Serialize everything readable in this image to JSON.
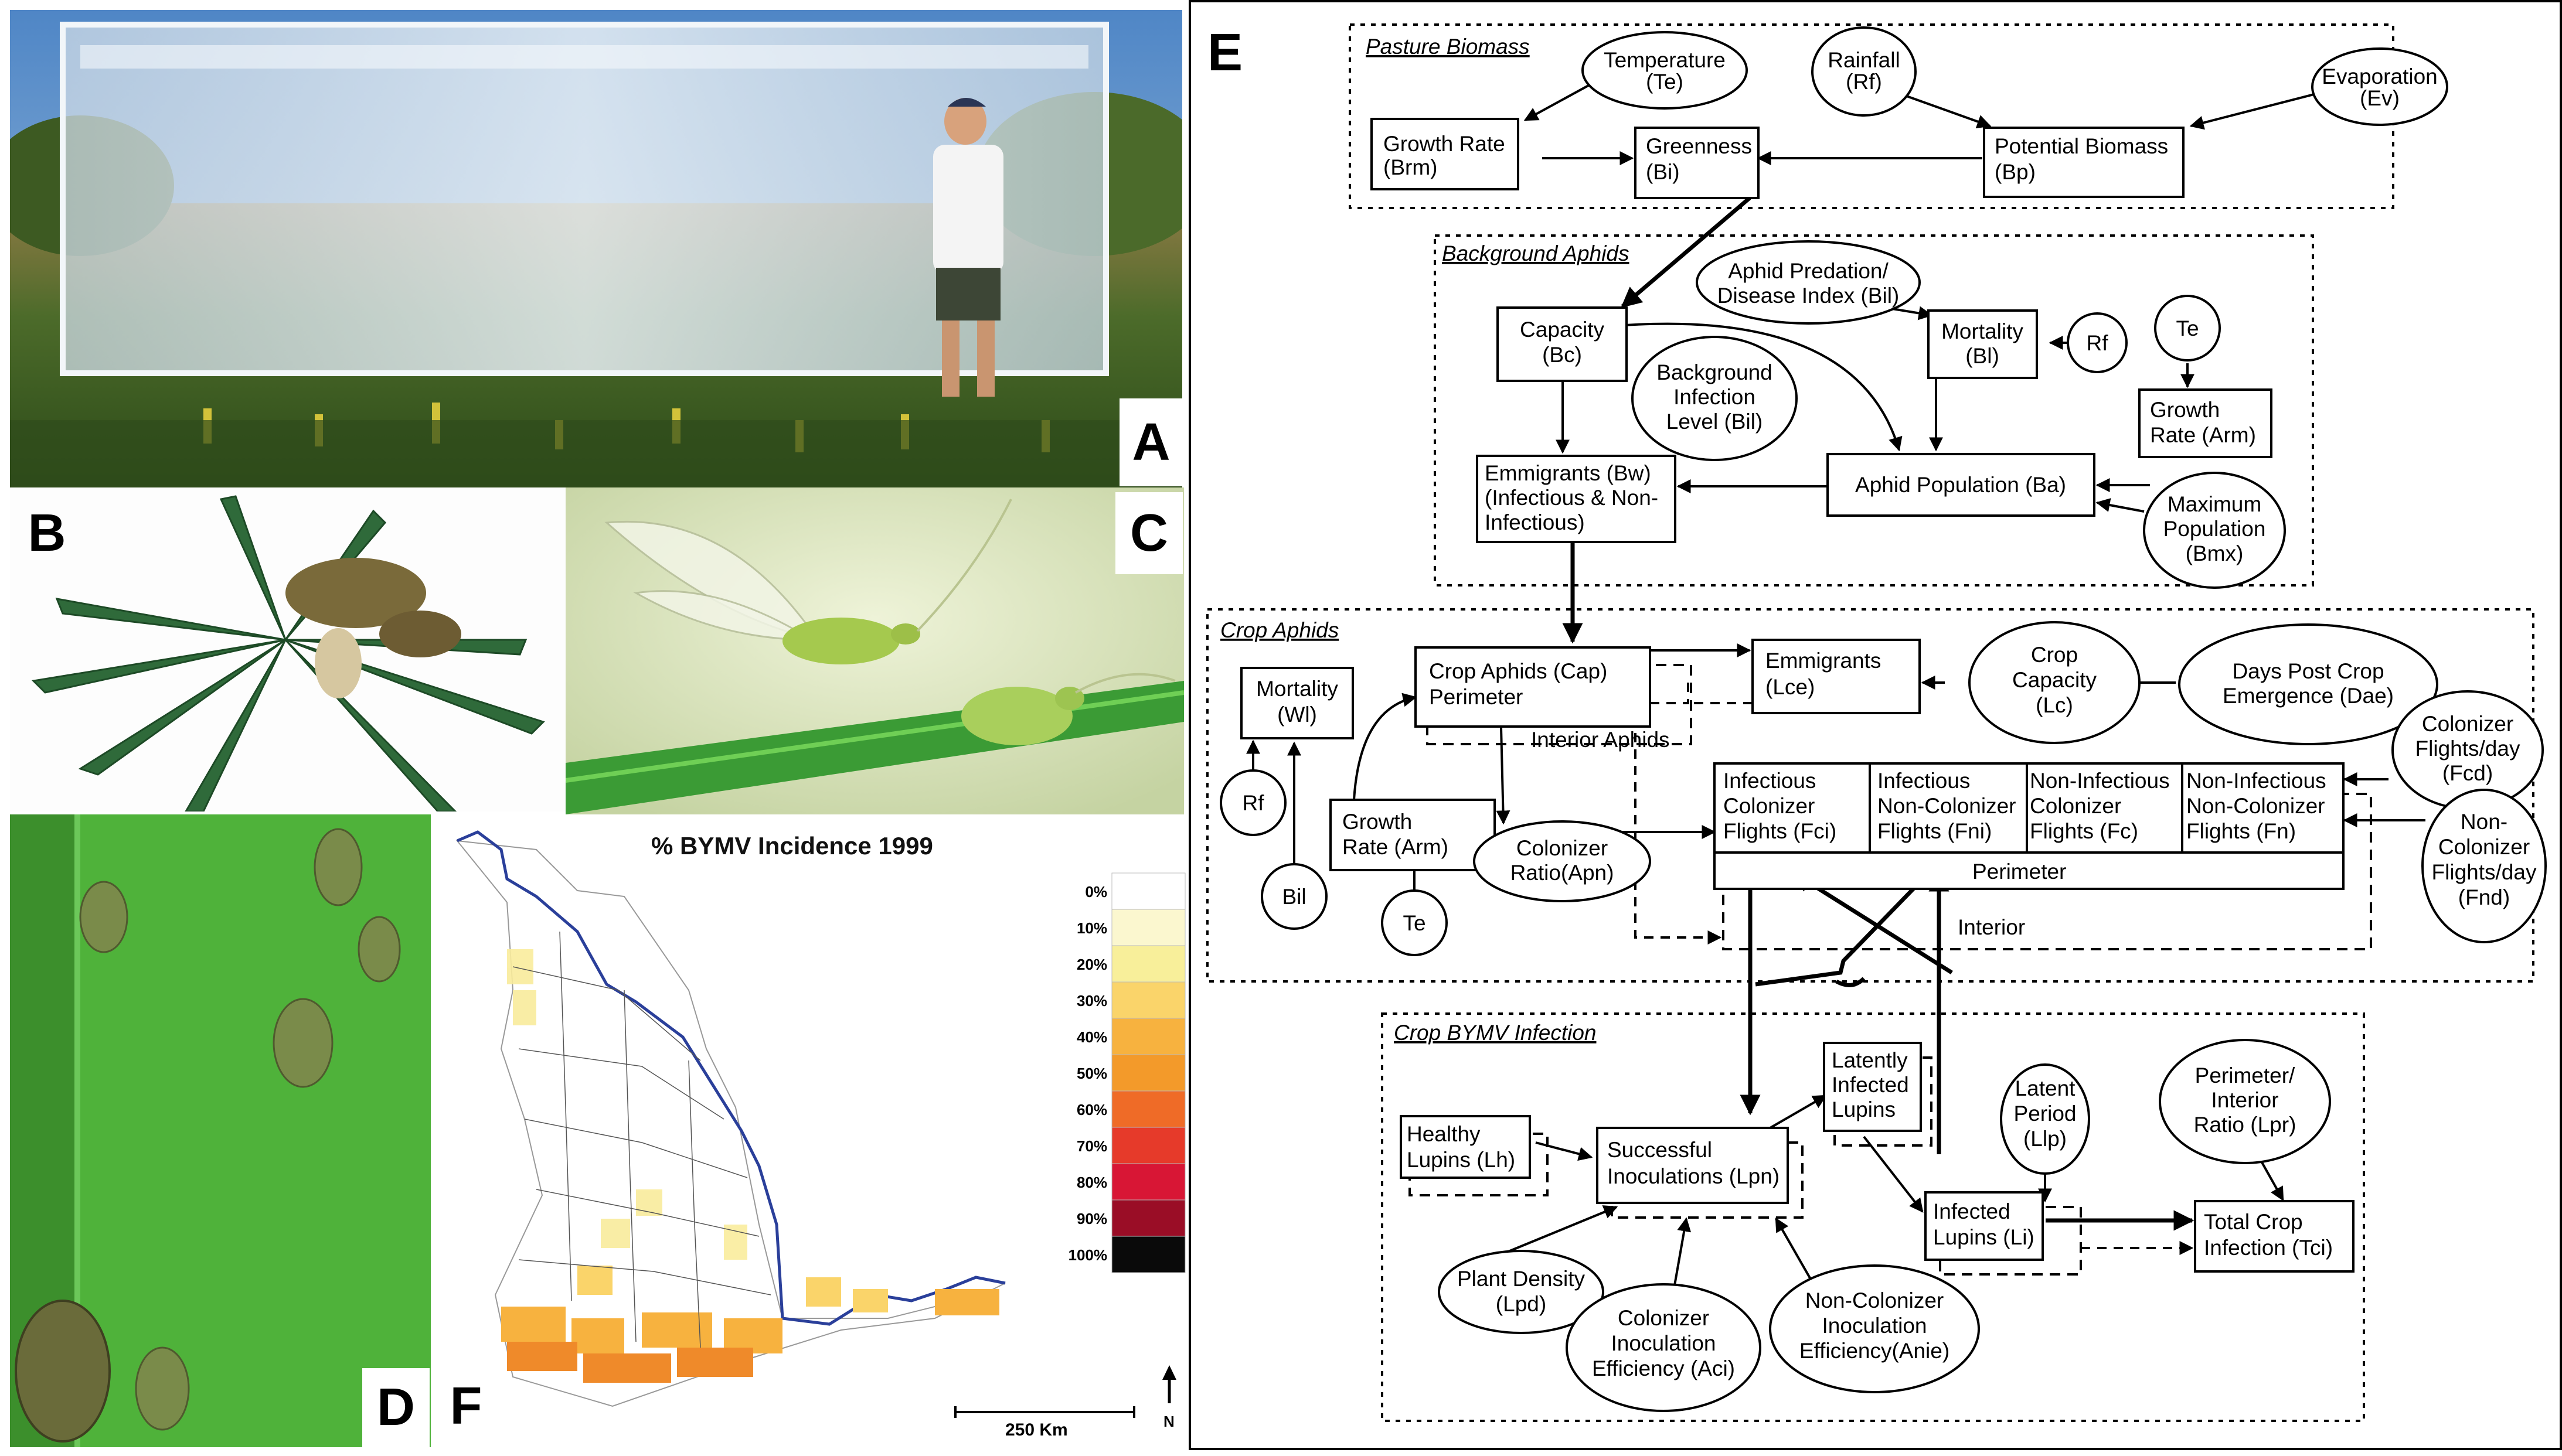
{
  "panels": {
    "a_label": "A",
    "b_label": "B",
    "c_label": "C",
    "d_label": "D",
    "e_label": "E",
    "f_label": "F"
  },
  "map": {
    "title": "% BYMV Incidence 1999",
    "legend": [
      {
        "label": "0%",
        "color": "#ffffff"
      },
      {
        "label": "10%",
        "color": "#fbf7cf"
      },
      {
        "label": "20%",
        "color": "#f8ef9a"
      },
      {
        "label": "30%",
        "color": "#fad46a"
      },
      {
        "label": "40%",
        "color": "#f7b23f"
      },
      {
        "label": "50%",
        "color": "#f39a2a"
      },
      {
        "label": "60%",
        "color": "#ef6b27"
      },
      {
        "label": "70%",
        "color": "#e63a2a"
      },
      {
        "label": "80%",
        "color": "#d81635"
      },
      {
        "label": "90%",
        "color": "#9a0d26"
      },
      {
        "label": "100%",
        "color": "#0a0a0a"
      }
    ],
    "scale": "250 Km",
    "north": "N"
  },
  "diagram": {
    "groups": {
      "pasture": "Pasture Biomass",
      "background": "Background  Aphids",
      "crop_aphids": "Crop Aphids",
      "crop_bymv": "Crop BYMV Infection"
    },
    "nodes": {
      "temperature": [
        "Temperature",
        "(Te)"
      ],
      "rainfall": [
        "Rainfall",
        "(Rf)"
      ],
      "evaporation": [
        "Evaporation",
        "(Ev)"
      ],
      "growth_rate_brm": [
        "Growth Rate",
        "(Brm)"
      ],
      "greenness": [
        "Greenness",
        "(Bi)"
      ],
      "potential_biomass": [
        "Potential Biomass",
        "(Bp)"
      ],
      "aphid_predation": [
        "Aphid Predation/",
        "Disease Index (Bil)"
      ],
      "capacity": [
        "Capacity",
        "(Bc)"
      ],
      "background_infection": [
        "Background",
        "Infection",
        "Level (Bil)"
      ],
      "mortality_bl": [
        "Mortality",
        "(Bl)"
      ],
      "rf_small": [
        "Rf"
      ],
      "te_small": [
        "Te"
      ],
      "growth_rate_arm": [
        "Growth",
        "Rate (Arm)"
      ],
      "emmigrants_bw": [
        "Emmigrants (Bw)",
        "(Infectious & Non-",
        "Infectious)"
      ],
      "aphid_population": [
        "Aphid Population (Ba)"
      ],
      "max_population": [
        "Maximum",
        "Population",
        "(Bmx)"
      ],
      "mortality_wl": [
        "Mortality",
        "(Wl)"
      ],
      "crop_aphids_cap": [
        "Crop Aphids (Cap)",
        "Perimeter"
      ],
      "interior_aphids": [
        "Interior Aphids"
      ],
      "emmigrants_lce": [
        "Emmigrants",
        "(Lce)"
      ],
      "crop_capacity": [
        "Crop",
        "Capacity",
        "(Lc)"
      ],
      "days_post_crop": [
        "Days Post Crop",
        "Emergence (Dae)"
      ],
      "colonizer_flights_day": [
        "Colonizer",
        "Flights/day",
        "(Fcd)"
      ],
      "rf_crop": [
        "Rf"
      ],
      "bil_crop": [
        "Bil"
      ],
      "growth_rate_crop": [
        "Growth",
        "Rate (Arm)"
      ],
      "te_crop": [
        "Te"
      ],
      "colonizer_ratio": [
        "Colonizer",
        "Ratio(Apn)"
      ],
      "flights_fci": [
        "Infectious",
        "Colonizer",
        "Flights (Fci)"
      ],
      "flights_fni": [
        "Infectious",
        "Non-Colonizer",
        "Flights (Fni)"
      ],
      "flights_fc": [
        "Non-Infectious",
        "Colonizer",
        "Flights (Fc)"
      ],
      "flights_fn": [
        "Non-Infectious",
        "Non-Colonizer",
        "Flights (Fn)"
      ],
      "perimeter_bar": [
        "Perimeter"
      ],
      "interior_bar": [
        "Interior"
      ],
      "non_colonizer_flights_day": [
        "Non-",
        "Colonizer",
        "Flights/day",
        "(Fnd)"
      ],
      "latently_infected": [
        "Latently",
        "Infected",
        "Lupins"
      ],
      "healthy_lupins": [
        "Healthy",
        "Lupins (Lh)"
      ],
      "successful_inoculations": [
        "Successful",
        "Inoculations (Lpn)"
      ],
      "latent_period": [
        "Latent",
        "Period",
        "(Llp)"
      ],
      "perimeter_interior_ratio": [
        "Perimeter/",
        "Interior",
        "Ratio (Lpr)"
      ],
      "infected_lupins": [
        "Infected",
        "Lupins (Li)"
      ],
      "total_crop_infection": [
        "Total Crop",
        "Infection (Tci)"
      ],
      "plant_density": [
        "Plant Density",
        "(Lpd)"
      ],
      "colonizer_inoculation": [
        "Colonizer",
        "Inoculation",
        "Efficiency (Aci)"
      ],
      "non_colonizer_inoculation": [
        "Non-Colonizer",
        "Inoculation",
        "Efficiency(Anie)"
      ]
    }
  }
}
